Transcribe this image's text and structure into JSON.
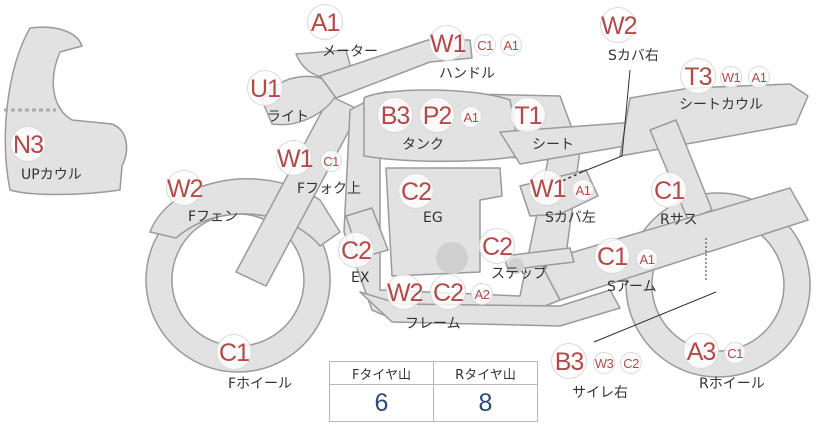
{
  "badges": {
    "n3": "N3",
    "u1": "U1",
    "a1_meter": "A1",
    "w1_handle": "W1",
    "c1_handle": "C1",
    "a1_handle": "A1",
    "w2_scover_r": "W2",
    "t3": "T3",
    "w1_seatcowl": "W1",
    "a1_seatcowl": "A1",
    "b3_tank": "B3",
    "p2_tank": "P2",
    "a1_tank": "A1",
    "t1": "T1",
    "w1_fork": "W1",
    "c1_fork": "C1",
    "w2_fender": "W2",
    "c2_eg": "C2",
    "w1_scover_l": "W1",
    "a1_scover_l": "A1",
    "c1_rsus": "C1",
    "c2_ex": "C2",
    "c2_step": "C2",
    "c1_sarm": "C1",
    "a1_sarm": "A1",
    "w2_frame": "W2",
    "c2_frame": "C2",
    "a2_frame": "A2",
    "c1_fwheel": "C1",
    "b3_muffler": "B3",
    "w3_muffler": "W3",
    "c2_muffler": "C2",
    "a3_rwheel": "A3",
    "c1_rwheel": "C1"
  },
  "labels": {
    "up_cowl": "UPカウル",
    "light": "ライト",
    "meter": "メーター",
    "handle": "ハンドル",
    "scover_r": "Sカバ右",
    "seat_cowl": "シートカウル",
    "tank": "タンク",
    "seat": "シート",
    "ffork": "Fフォク上",
    "ffender": "Fフェン",
    "eg": "EG",
    "scover_l": "Sカバ左",
    "rsus": "Rサス",
    "ex": "EX",
    "step": "ステップ",
    "sarm": "Sアーム",
    "frame": "フレーム",
    "fwheel": "Fホイール",
    "muffler_r": "サイレ右",
    "rwheel": "Rホイール"
  },
  "tread_table": {
    "front_header": "Fタイヤ山",
    "rear_header": "Rタイヤ山",
    "front_value": "6",
    "rear_value": "8"
  }
}
